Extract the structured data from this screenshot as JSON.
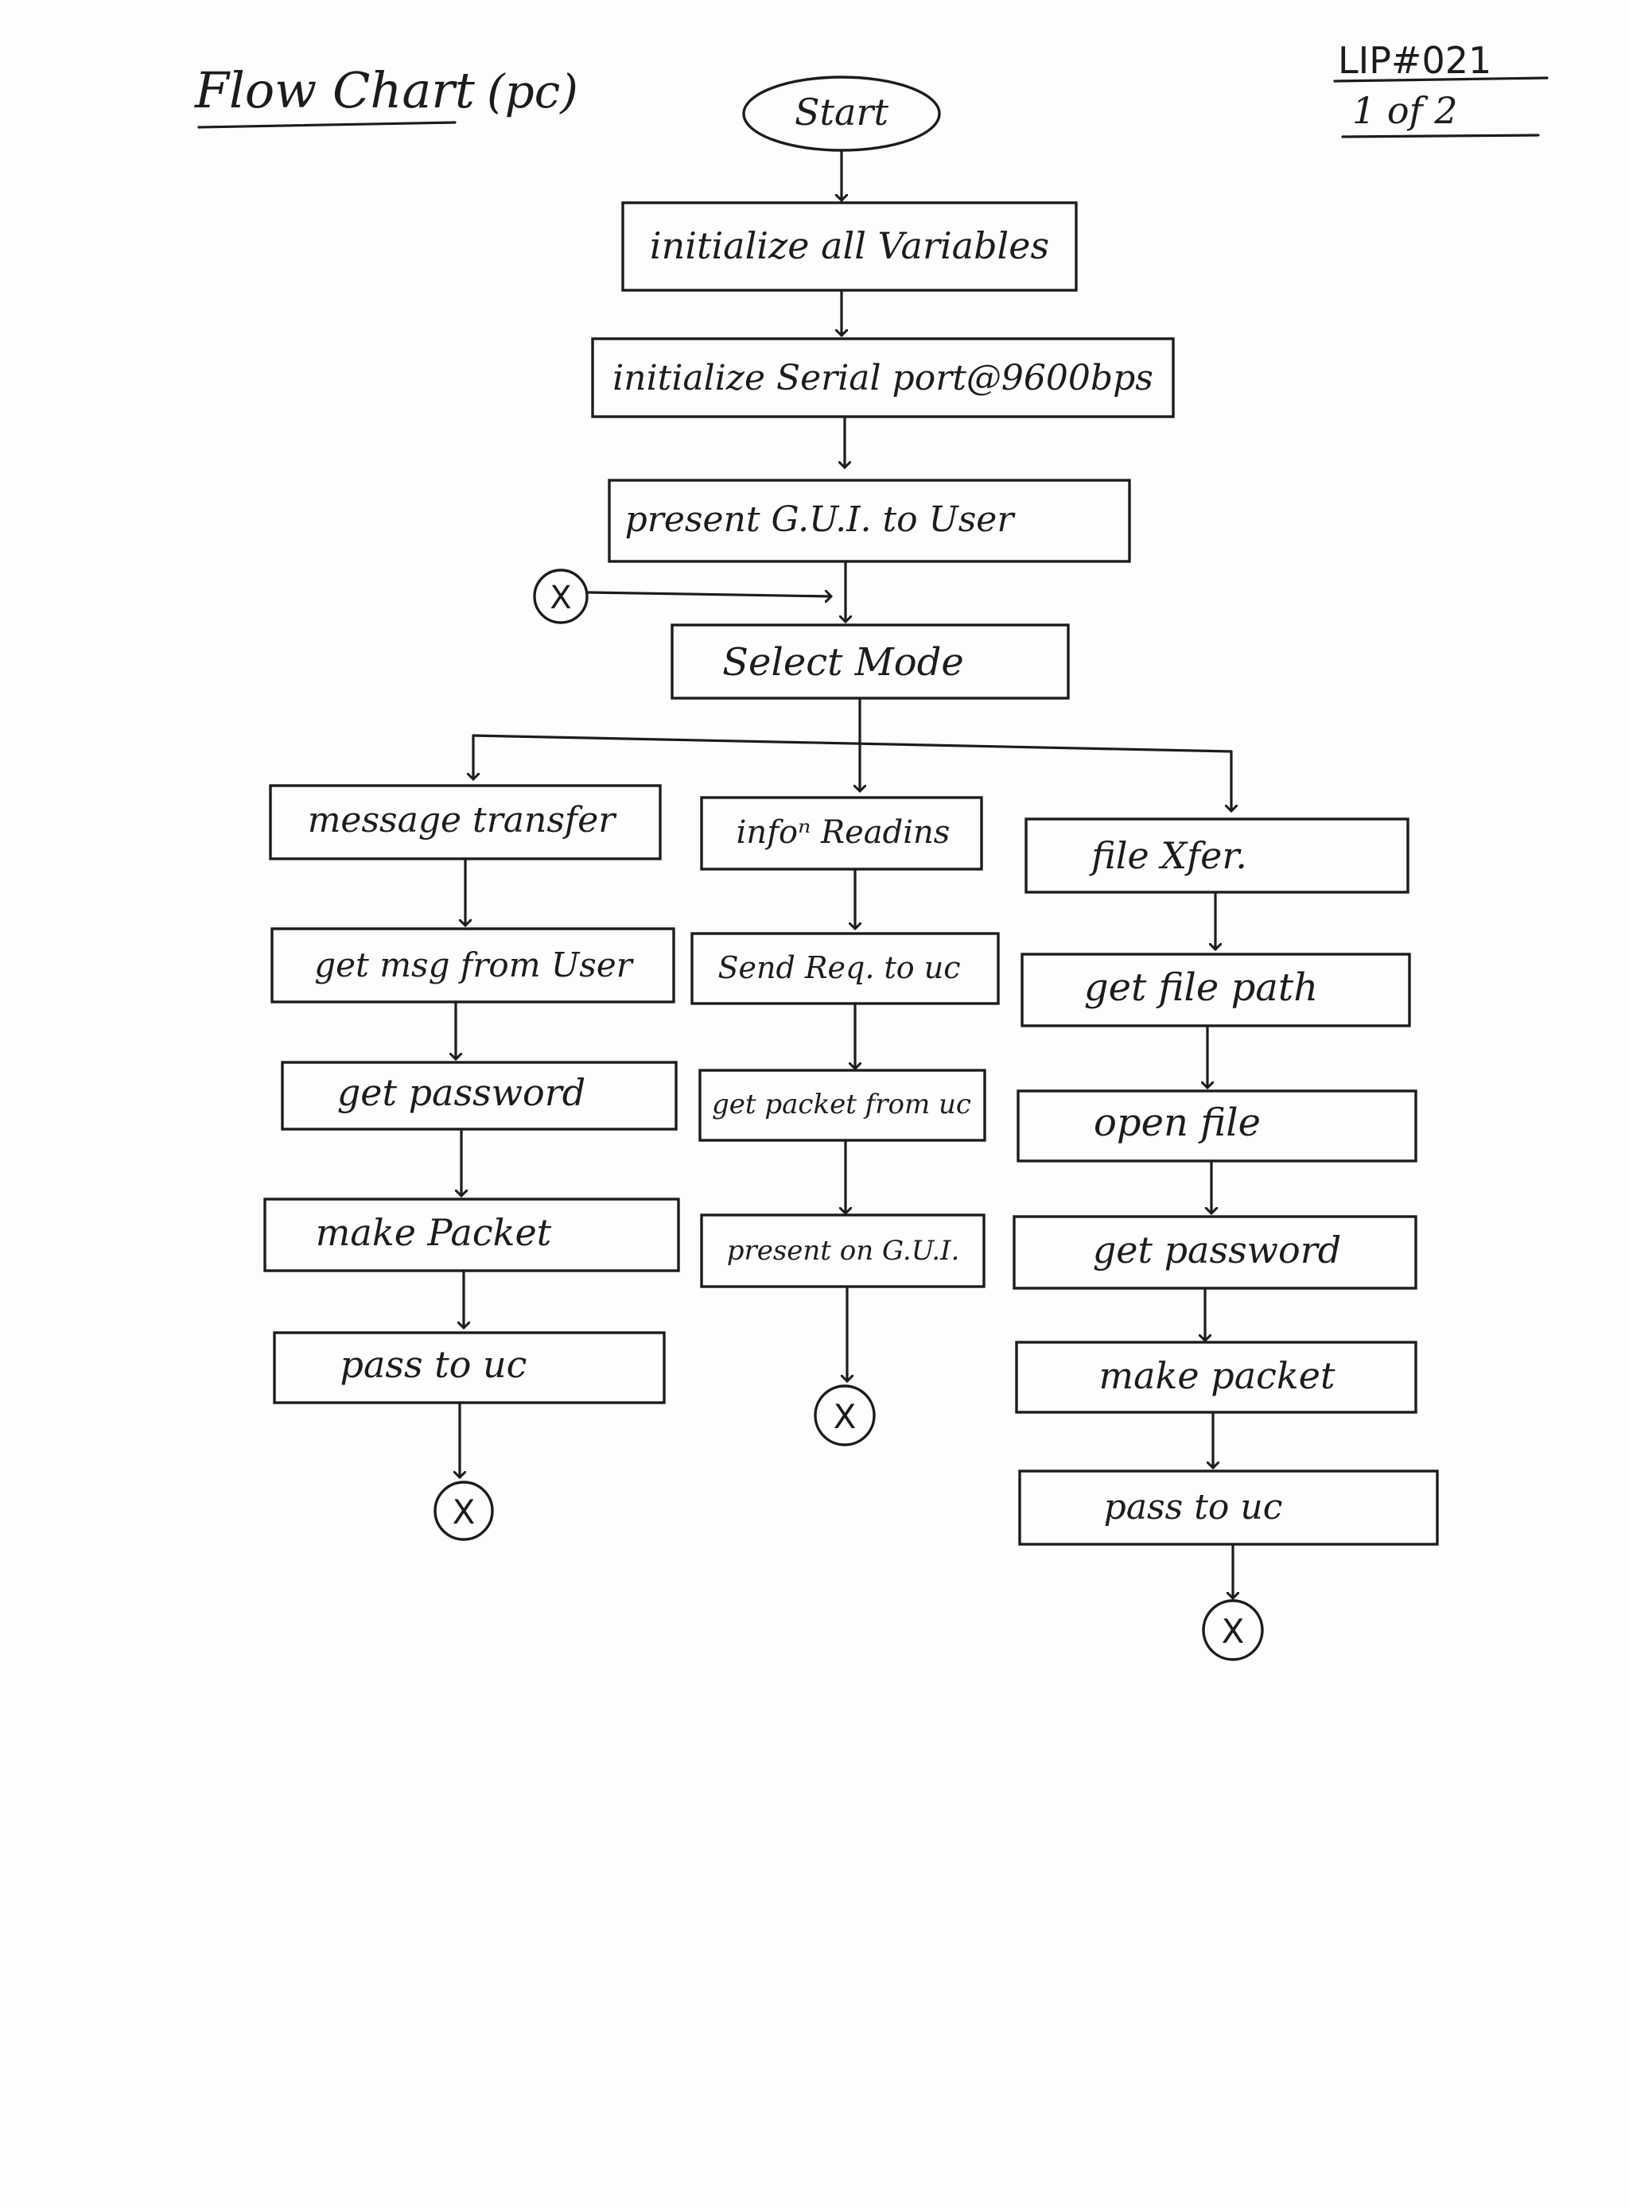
{
  "header": {
    "title": "Flow Chart",
    "subtitle": "(pc)",
    "doc_id": "LIP#021",
    "page": "1 of 2"
  },
  "start": {
    "label": "Start"
  },
  "steps": {
    "init_vars": "initialize all Variables",
    "init_serial": "initialize Serial port@9600bps",
    "present_gui": "present G.U.I. to User",
    "select_mode": "Select Mode"
  },
  "connector": {
    "symbol": "X"
  },
  "branches": {
    "message": {
      "head": "message transfer",
      "steps": [
        "get msg from User",
        "get password",
        "make Packet",
        "pass to uc"
      ]
    },
    "info": {
      "head": "infoⁿ Readins",
      "steps": [
        "Send Req. to uc",
        "get packet from uc",
        "present on G.U.I."
      ]
    },
    "file": {
      "head": "file Xfer.",
      "steps": [
        "get file path",
        "open file",
        "get password",
        "make packet",
        "pass to uc"
      ]
    }
  }
}
